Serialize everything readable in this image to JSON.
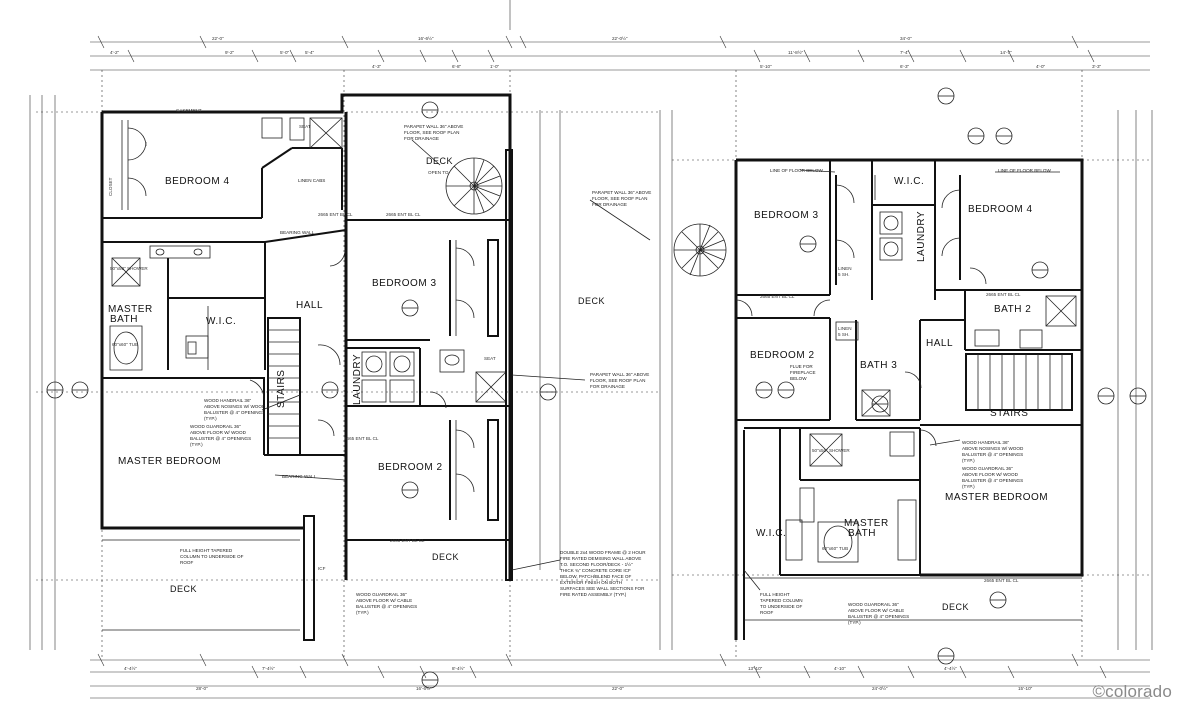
{
  "rooms": {
    "left_bedroom4": "BEDROOM 4",
    "left_bedroom3": "BEDROOM 3",
    "left_bedroom2": "BEDROOM 2",
    "left_master_bedroom": "MASTER BEDROOM",
    "left_master_bath_1": "MASTER",
    "left_master_bath_2": "BATH",
    "left_wic": "W.I.C.",
    "left_hall": "HALL",
    "left_stairs": "STAIRS",
    "left_laundry": "LAUNDRY",
    "left_deck_top": "DECK",
    "left_deck_mid": "DECK",
    "left_deck_bottom": "DECK",
    "left_deck_bottom2": "DECK",
    "right_bedroom3": "BEDROOM 3",
    "right_bedroom4": "BEDROOM 4",
    "right_bedroom2": "BEDROOM 2",
    "right_bath3": "BATH 3",
    "right_bath2": "BATH 2",
    "right_hall": "HALL",
    "right_stairs": "STAIRS",
    "right_laundry": "LAUNDRY",
    "right_wic_top": "W.I.C.",
    "right_wic_bottom": "W.I.C.",
    "right_master_bedroom": "MASTER BEDROOM",
    "right_master_bath_1": "MASTER",
    "right_master_bath_2": "BATH",
    "right_deck": "DECK"
  },
  "notes": {
    "parapet_left_1": "PARAPET WALL 36\" ABOVE",
    "parapet_left_2": "FLOOR, SEE ROOF PLAN",
    "parapet_left_3": "FOR DRAINAGE",
    "parapet_mid_1": "PARAPET WALL 36\" ABOVE",
    "parapet_mid_2": "FLOOR, SEE ROOF PLAN",
    "parapet_mid_3": "FOR DRAINAGE",
    "parapet_low_1": "PARAPET WALL 36\" ABOVE",
    "parapet_low_2": "FLOOR, SEE ROOF PLAN",
    "parapet_low_3": "FOR DRAINAGE",
    "bearing_wall_1": "BEARING WALL",
    "bearing_wall_2": "BEARING WALL",
    "linen_cabs": "LINEN CABS",
    "handrail_left_1": "WOOD HANDRAIL 36\"",
    "handrail_left_2": "ABOVE NOSINGS W/ WOOD",
    "handrail_left_3": "BALUSTER @ 4\" OPENINGS",
    "handrail_left_4": "(TYP.)",
    "guardrail_left_1": "WOOD GUARDRAIL 36\"",
    "guardrail_left_2": "ABOVE FLOOR W/ WOOD",
    "guardrail_left_3": "BALUSTER @ 4\" OPENINGS",
    "guardrail_left_4": "(TYP.)",
    "column_left_1": "FULL HEIGHT TAPERED",
    "column_left_2": "COLUMN TO UNDERSIDE OF",
    "column_left_3": "ROOF",
    "cable_left_1": "WOOD GUARDRAIL 36\"",
    "cable_left_2": "ABOVE FLOOR W/ CABLE",
    "cable_left_3": "BALUSTER @ 4\" OPENINGS",
    "cable_left_4": "(TYP.)",
    "fire_1": "DOUBLE 2x4 WOOD FRAME @ 2 HOUR",
    "fire_2": "FIRE RATED DEMISING WALL ABOVE",
    "fire_3": "T.O. SECOND FLOOR/DECK - 1½\"",
    "fire_4": "THICK ¾\" CONCRETE CORE ICF",
    "fire_5": "BELOW, PATCH/BLEND FACE OF",
    "fire_6": "EXTERIOR FINISH ON BOTH",
    "fire_7": "SURFACES SEE WALL SECTIONS FOR",
    "fire_8": "FIRE RATED ASSEMBLY (TYP.)",
    "line_floor_1": "LINE OF FLOOR BELOW",
    "line_floor_2": "LINE OF FLOOR BELOW",
    "flue_1": "FLUE FOR",
    "flue_2": "FIREPLACE",
    "flue_3": "BELOW",
    "handrail_right_1": "WOOD HANDRAIL 36\"",
    "handrail_right_2": "ABOVE NOSINGS W/ WOOD",
    "handrail_right_3": "BALUSTER @ 4\" OPENINGS",
    "handrail_right_4": "(TYP.)",
    "guardrail_right_1": "WOOD GUARDRAIL 36\"",
    "guardrail_right_2": "ABOVE FLOOR W/ WOOD",
    "guardrail_right_3": "BALUSTER @ 4\" OPENINGS",
    "guardrail_right_4": "(TYP.)",
    "column_right_1": "FULL HEIGHT",
    "column_right_2": "TAPERED COLUMN",
    "column_right_3": "TO UNDERSIDE OF",
    "column_right_4": "ROOF",
    "cable_right_1": "WOOD GUARDRAIL 36\"",
    "cable_right_2": "ABOVE FLOOR W/ CABLE",
    "cable_right_3": "BALUSTER @ 4\" OPENINGS",
    "cable_right_4": "(TYP.)",
    "tub_left": "60\"x60\" TUB",
    "tub_right": "60\"x60\" TUB",
    "shower_left": "50\"x50\" SHOWER",
    "shower_right": "50\"x50\" SHOWER",
    "casement": "CASEMENT",
    "ent_1": "2665 ENT BL CL",
    "ent_2": "2665 ENT BL CL",
    "ent_3": "2665 ENT BL CL",
    "ent_4": "2665 ENT BL CL",
    "ent_5": "2665 ENT BL CL",
    "ent_6": "2665 ENT BL CL",
    "ent_7": "2665 ENT BL CL",
    "linen_right_1": "LINEN",
    "linen_right_2": "5 SH.",
    "linen_right_3": "LINEN",
    "linen_right_4": "5 SH.",
    "seat_1": "SEAT",
    "seat_2": "SEAT",
    "closet": "CLOSET",
    "icf": "ICF",
    "open_to": "OPEN TO"
  },
  "dims_top_left": [
    "22'-0\"",
    "16'-6½\"",
    "4'-2\"",
    "9'-2\"",
    "5'-0\"",
    "5'-4\"",
    "4'-3\"",
    "6'-8\"",
    "1'-0\""
  ],
  "dims_top_mid": "22'-0½\"",
  "dims_top_right": [
    "34'-0\"",
    "11'-8½\"",
    "7'-4\"",
    "14'-7\"",
    "5'-10\"",
    "6'-3\"",
    "4'-0\"",
    "3'-3\""
  ],
  "dims_bottom_left": [
    "28'-0\"",
    "16'-6½\"",
    "4'-4½\"",
    "7'-4½\"",
    "8'-4½\""
  ],
  "dims_bottom_mid": "22'-0\"",
  "dims_bottom_right": [
    "24'-0½\"",
    "13'-10\"",
    "4'-10\"",
    "4'-4½\"",
    "15'-10\""
  ],
  "watermark": "©colorado"
}
